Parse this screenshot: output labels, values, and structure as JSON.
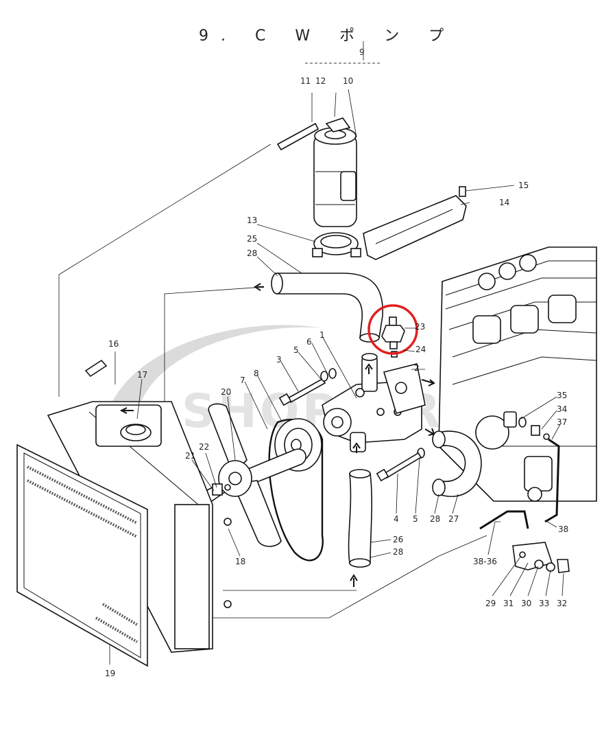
{
  "title": "9. C W ポ ン プ",
  "watermark": "SHOPATRAC",
  "highlight_color": "#e02020",
  "highlighted_part": "23",
  "callouts": [
    "1",
    "2",
    "3",
    "4",
    "5",
    "5",
    "6",
    "7",
    "8",
    "9",
    "10",
    "11",
    "12",
    "13",
    "14",
    "15",
    "16",
    "17",
    "18",
    "19",
    "20",
    "21",
    "22",
    "23",
    "24",
    "25",
    "26",
    "27",
    "28",
    "28",
    "28",
    "29",
    "30",
    "31",
    "32",
    "33",
    "34",
    "35",
    "36",
    "37",
    "38",
    "38-36"
  ]
}
